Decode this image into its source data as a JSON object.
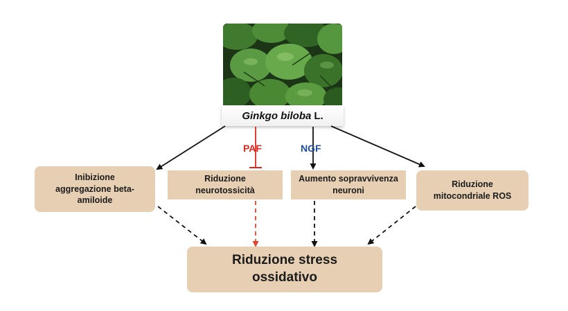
{
  "title": {
    "species_italic": "Ginkgo biloba",
    "authority": "L."
  },
  "labels": {
    "paf": "PAF",
    "ngf": "NGF"
  },
  "boxes": {
    "beta_amyloid": "Inibizione\naggregazione beta-\namiloide",
    "neurotoxicity": "Riduzione\nneurotossicità",
    "neuron_survival": "Aumento sopravvivenza\nneuroni",
    "ros": "Riduzione\nmitocondriale ROS",
    "oxidative_stress": "Riduzione stress\nossidativo"
  },
  "colors": {
    "box_fill": "#e6cfb3",
    "paf": "#e0261c",
    "ngf": "#1f4fa8",
    "arrow": "#111111",
    "paf_arrow": "#e0452e"
  }
}
